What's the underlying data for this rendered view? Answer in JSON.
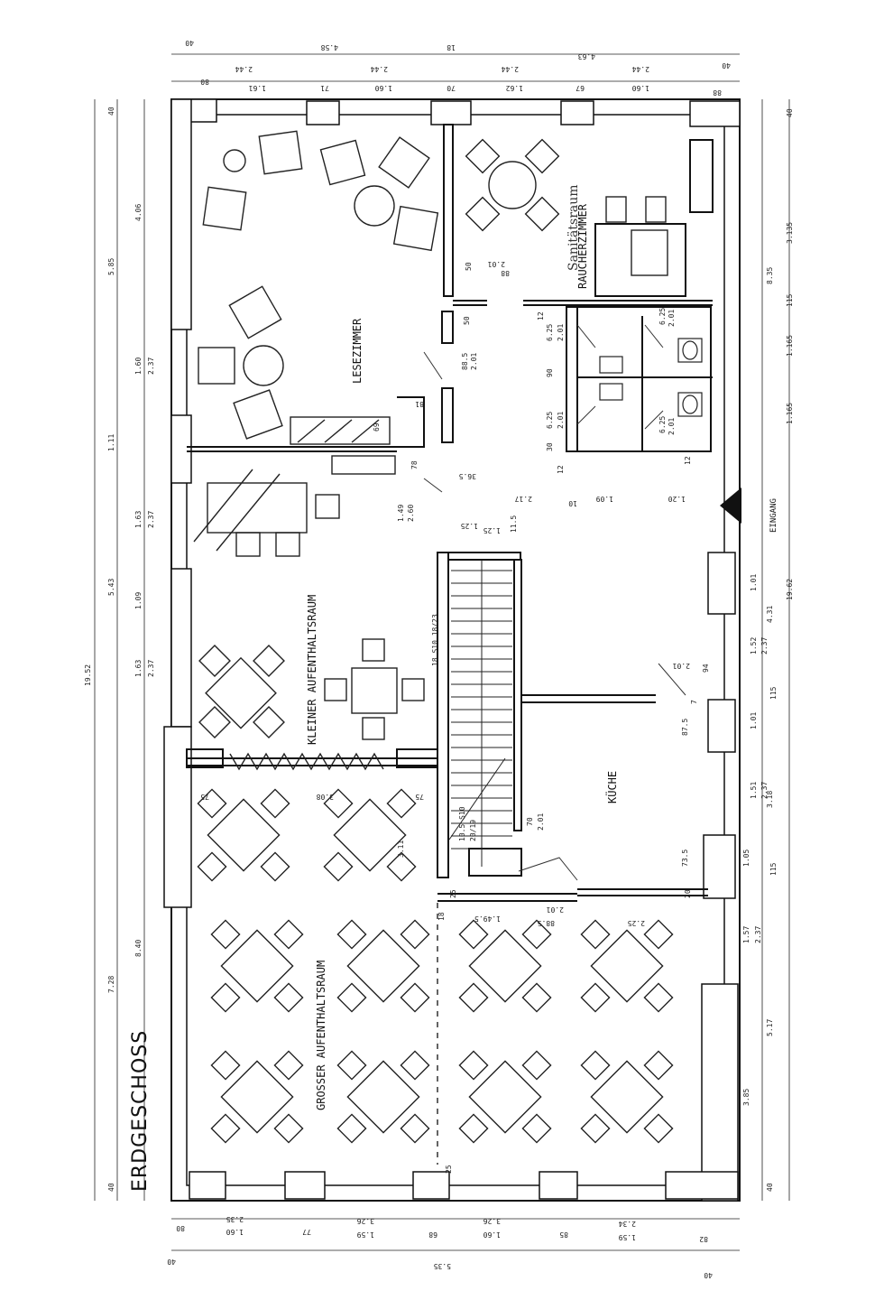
{
  "plan_title": "ERDGESCHOSS",
  "rooms": {
    "lesezimmer": "LESEZIMMER",
    "raucherzimmer": "RAUCHERZIMMER",
    "sanitaetsraum": "Sanitätsraum",
    "kleiner_aufenthaltsraum": "KLEINER  AUFENTHALTSRAUM",
    "grosser_aufenthaltsraum": "GROSSER   AUFENTHALTSRAUM",
    "kueche": "KÜCHE",
    "eingang": "EINGANG"
  },
  "dimensions": {
    "left_outer": [
      "40",
      "5.85",
      "1.11",
      "5.43",
      "7.28",
      "19.52",
      "40"
    ],
    "left_inner": [
      "4.06",
      "1.60",
      "2.37",
      "1.63",
      "2.37",
      "1.09",
      "1.63",
      "2.37",
      "8.40"
    ],
    "top_row1": [
      "40",
      "4.58",
      "18",
      "4.63",
      "40"
    ],
    "top_row2": [
      "80",
      "1.61",
      "2.44",
      "71",
      "1.60",
      "2.44",
      "70",
      "1.62",
      "2.44",
      "67",
      "1.60",
      "2.44",
      "88"
    ],
    "right_outer": [
      "40",
      "3.135",
      "8.35",
      "115",
      "1.165",
      "1.165",
      "4.31",
      "19.62",
      "3.18",
      "5.17",
      "3.85",
      "40"
    ],
    "right_inner": [
      "1.01",
      "1.52",
      "2.37",
      "115",
      "1.01",
      "1.51",
      "2.37",
      "1.05",
      "115",
      "1.57",
      "2.37"
    ],
    "bottom_row1": [
      "80",
      "1.60",
      "2.35",
      "77",
      "1.59",
      "3.26",
      "68",
      "1.60",
      "3.26",
      "85",
      "1.59",
      "2.34",
      "82"
    ],
    "bottom_row2": [
      "40",
      "5.35",
      "40"
    ],
    "interior": [
      "50",
      "2.01",
      "88",
      "50",
      "88.5",
      "2.01",
      "81",
      "69",
      "78",
      "36.5",
      "1.49",
      "2.60",
      "1.25",
      "1.25",
      "11.5",
      "2.17",
      "10",
      "1.09",
      "1.20",
      "6.25",
      "2.01",
      "90",
      "6.25",
      "2.01",
      "30",
      "12",
      "12",
      "6.25",
      "2.01",
      "6.25",
      "2.01",
      "12",
      "18  S10  18/23",
      "2.01",
      "94",
      "87.5",
      "7",
      "10.5  S10",
      "20/19",
      "70",
      "2.01",
      "25",
      "1.49.5",
      "2.01",
      "88.5",
      "2.25",
      "20",
      "73.5",
      "3.08",
      "75",
      "75",
      "3.11",
      "18",
      "25"
    ]
  }
}
